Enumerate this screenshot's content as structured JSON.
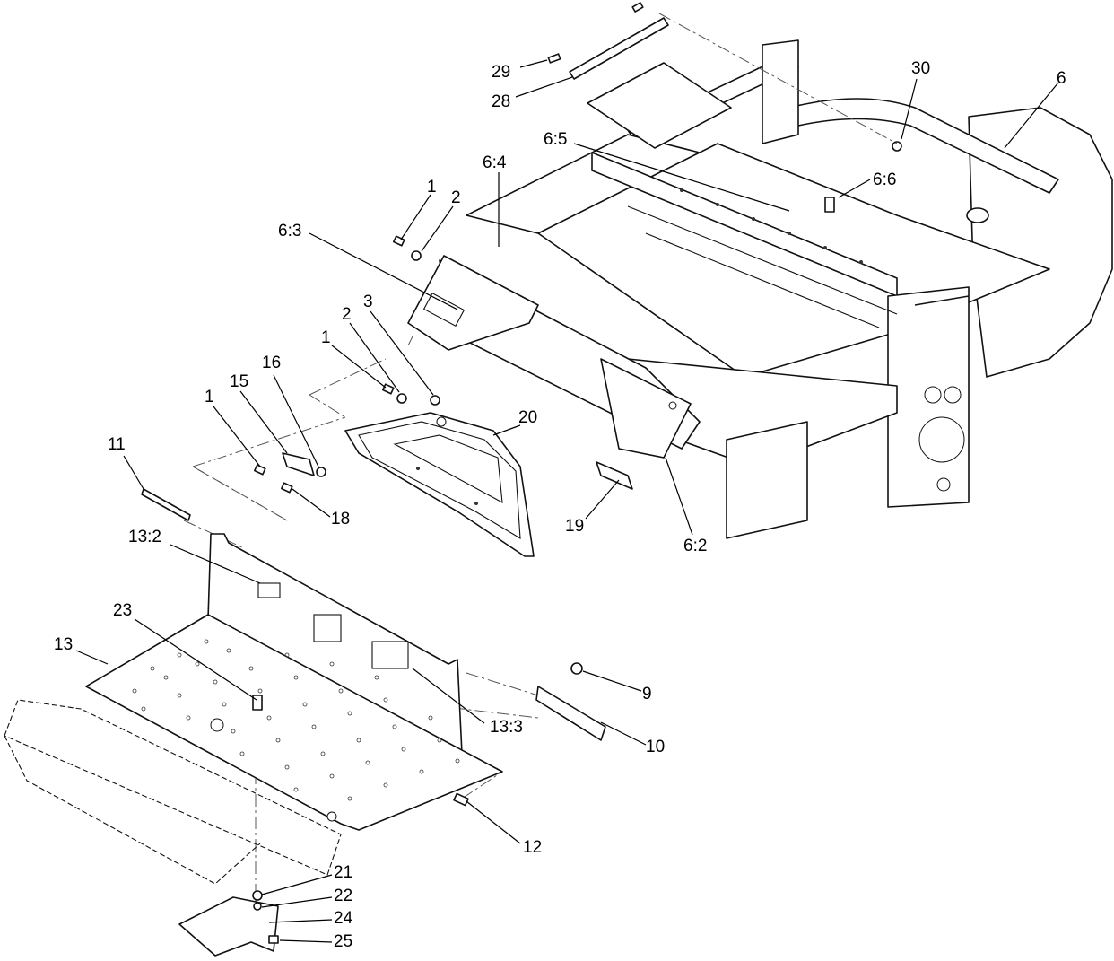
{
  "callouts": [
    {
      "id": "29",
      "text": "29"
    },
    {
      "id": "28",
      "text": "28"
    },
    {
      "id": "30",
      "text": "30"
    },
    {
      "id": "6",
      "text": "6"
    },
    {
      "id": "6-5",
      "text": "6:5"
    },
    {
      "id": "6-4",
      "text": "6:4"
    },
    {
      "id": "6-6",
      "text": "6:6"
    },
    {
      "id": "1a",
      "text": "1"
    },
    {
      "id": "2a",
      "text": "2"
    },
    {
      "id": "6-3",
      "text": "6:3"
    },
    {
      "id": "3",
      "text": "3"
    },
    {
      "id": "2b",
      "text": "2"
    },
    {
      "id": "1b",
      "text": "1"
    },
    {
      "id": "16",
      "text": "16"
    },
    {
      "id": "15",
      "text": "15"
    },
    {
      "id": "1c",
      "text": "1"
    },
    {
      "id": "20",
      "text": "20"
    },
    {
      "id": "11",
      "text": "11"
    },
    {
      "id": "18",
      "text": "18"
    },
    {
      "id": "19",
      "text": "19"
    },
    {
      "id": "6-2",
      "text": "6:2"
    },
    {
      "id": "13-2",
      "text": "13:2"
    },
    {
      "id": "23",
      "text": "23"
    },
    {
      "id": "13",
      "text": "13"
    },
    {
      "id": "9",
      "text": "9"
    },
    {
      "id": "13-3",
      "text": "13:3"
    },
    {
      "id": "10",
      "text": "10"
    },
    {
      "id": "12",
      "text": "12"
    },
    {
      "id": "21",
      "text": "21"
    },
    {
      "id": "22",
      "text": "22"
    },
    {
      "id": "24",
      "text": "24"
    },
    {
      "id": "25",
      "text": "25"
    }
  ]
}
